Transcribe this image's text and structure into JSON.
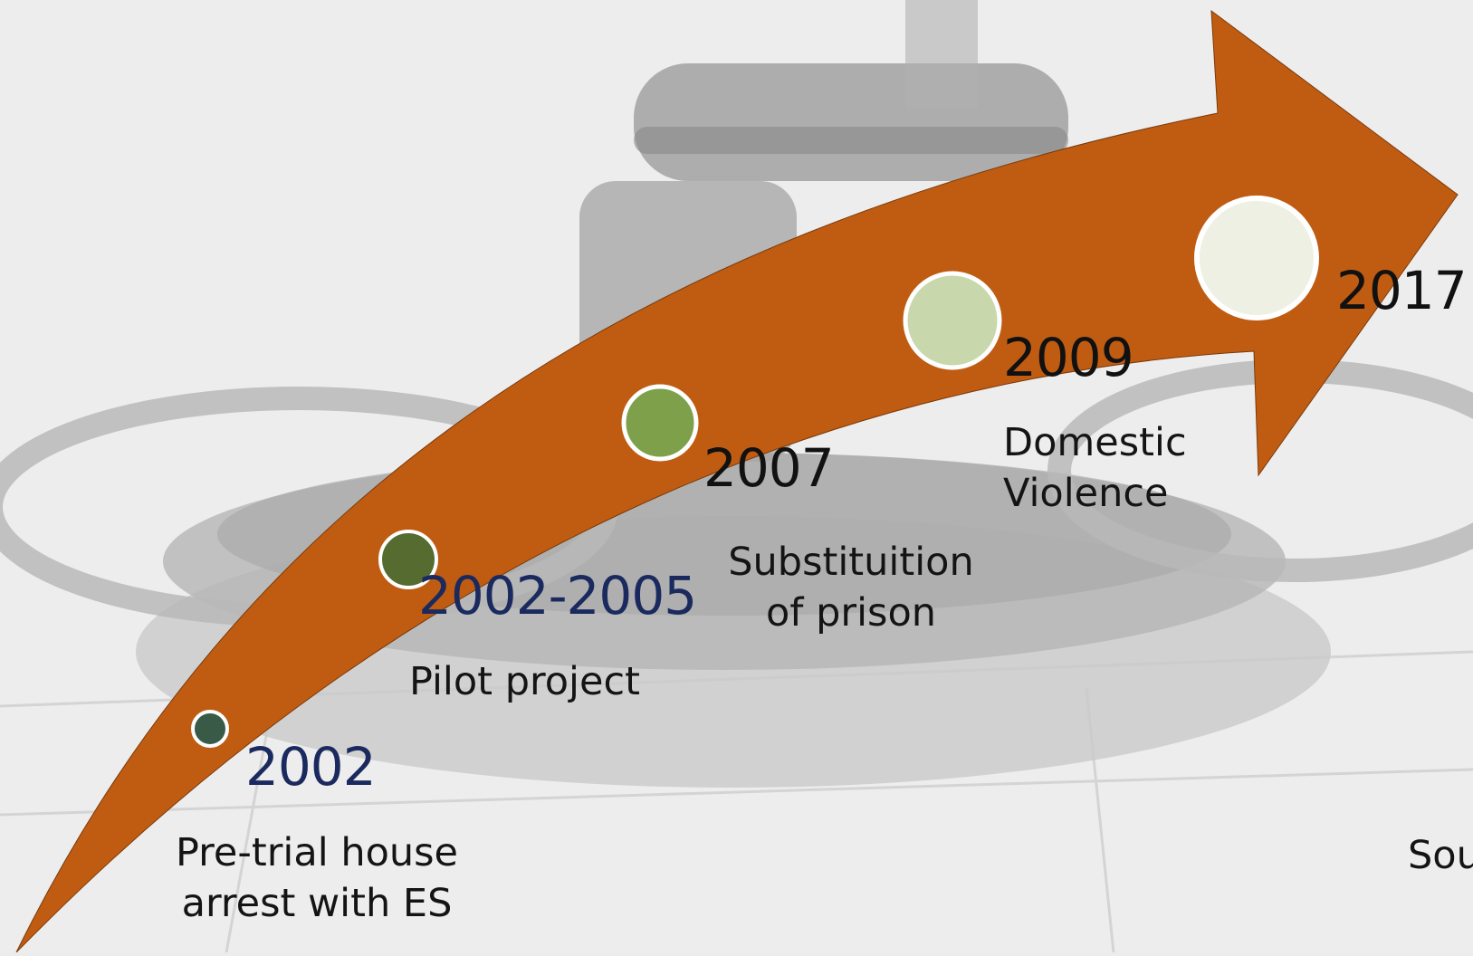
{
  "colors": {
    "arrow": "#c05c12",
    "background": "#ececec"
  },
  "milestones": [
    {
      "year": "2002",
      "description": "Pre-trial house\narrest with ES",
      "dot_color": "#3a5a48",
      "year_color": "#1b2a5e"
    },
    {
      "year": "2002-2005",
      "description": "Pilot project",
      "dot_color": "#556b2f",
      "year_color": "#1b2a5e"
    },
    {
      "year": "2007",
      "description": "Substituition\nof prison",
      "dot_color": "#7fa04a",
      "year_color": "#111111"
    },
    {
      "year": "2009",
      "description": "Domestic\nViolence",
      "dot_color": "#c8d8ac",
      "year_color": "#111111"
    },
    {
      "year": "2017",
      "description": "",
      "dot_color": "#eef0e4",
      "year_color": "#111111"
    }
  ],
  "cropped_text": "Sou"
}
